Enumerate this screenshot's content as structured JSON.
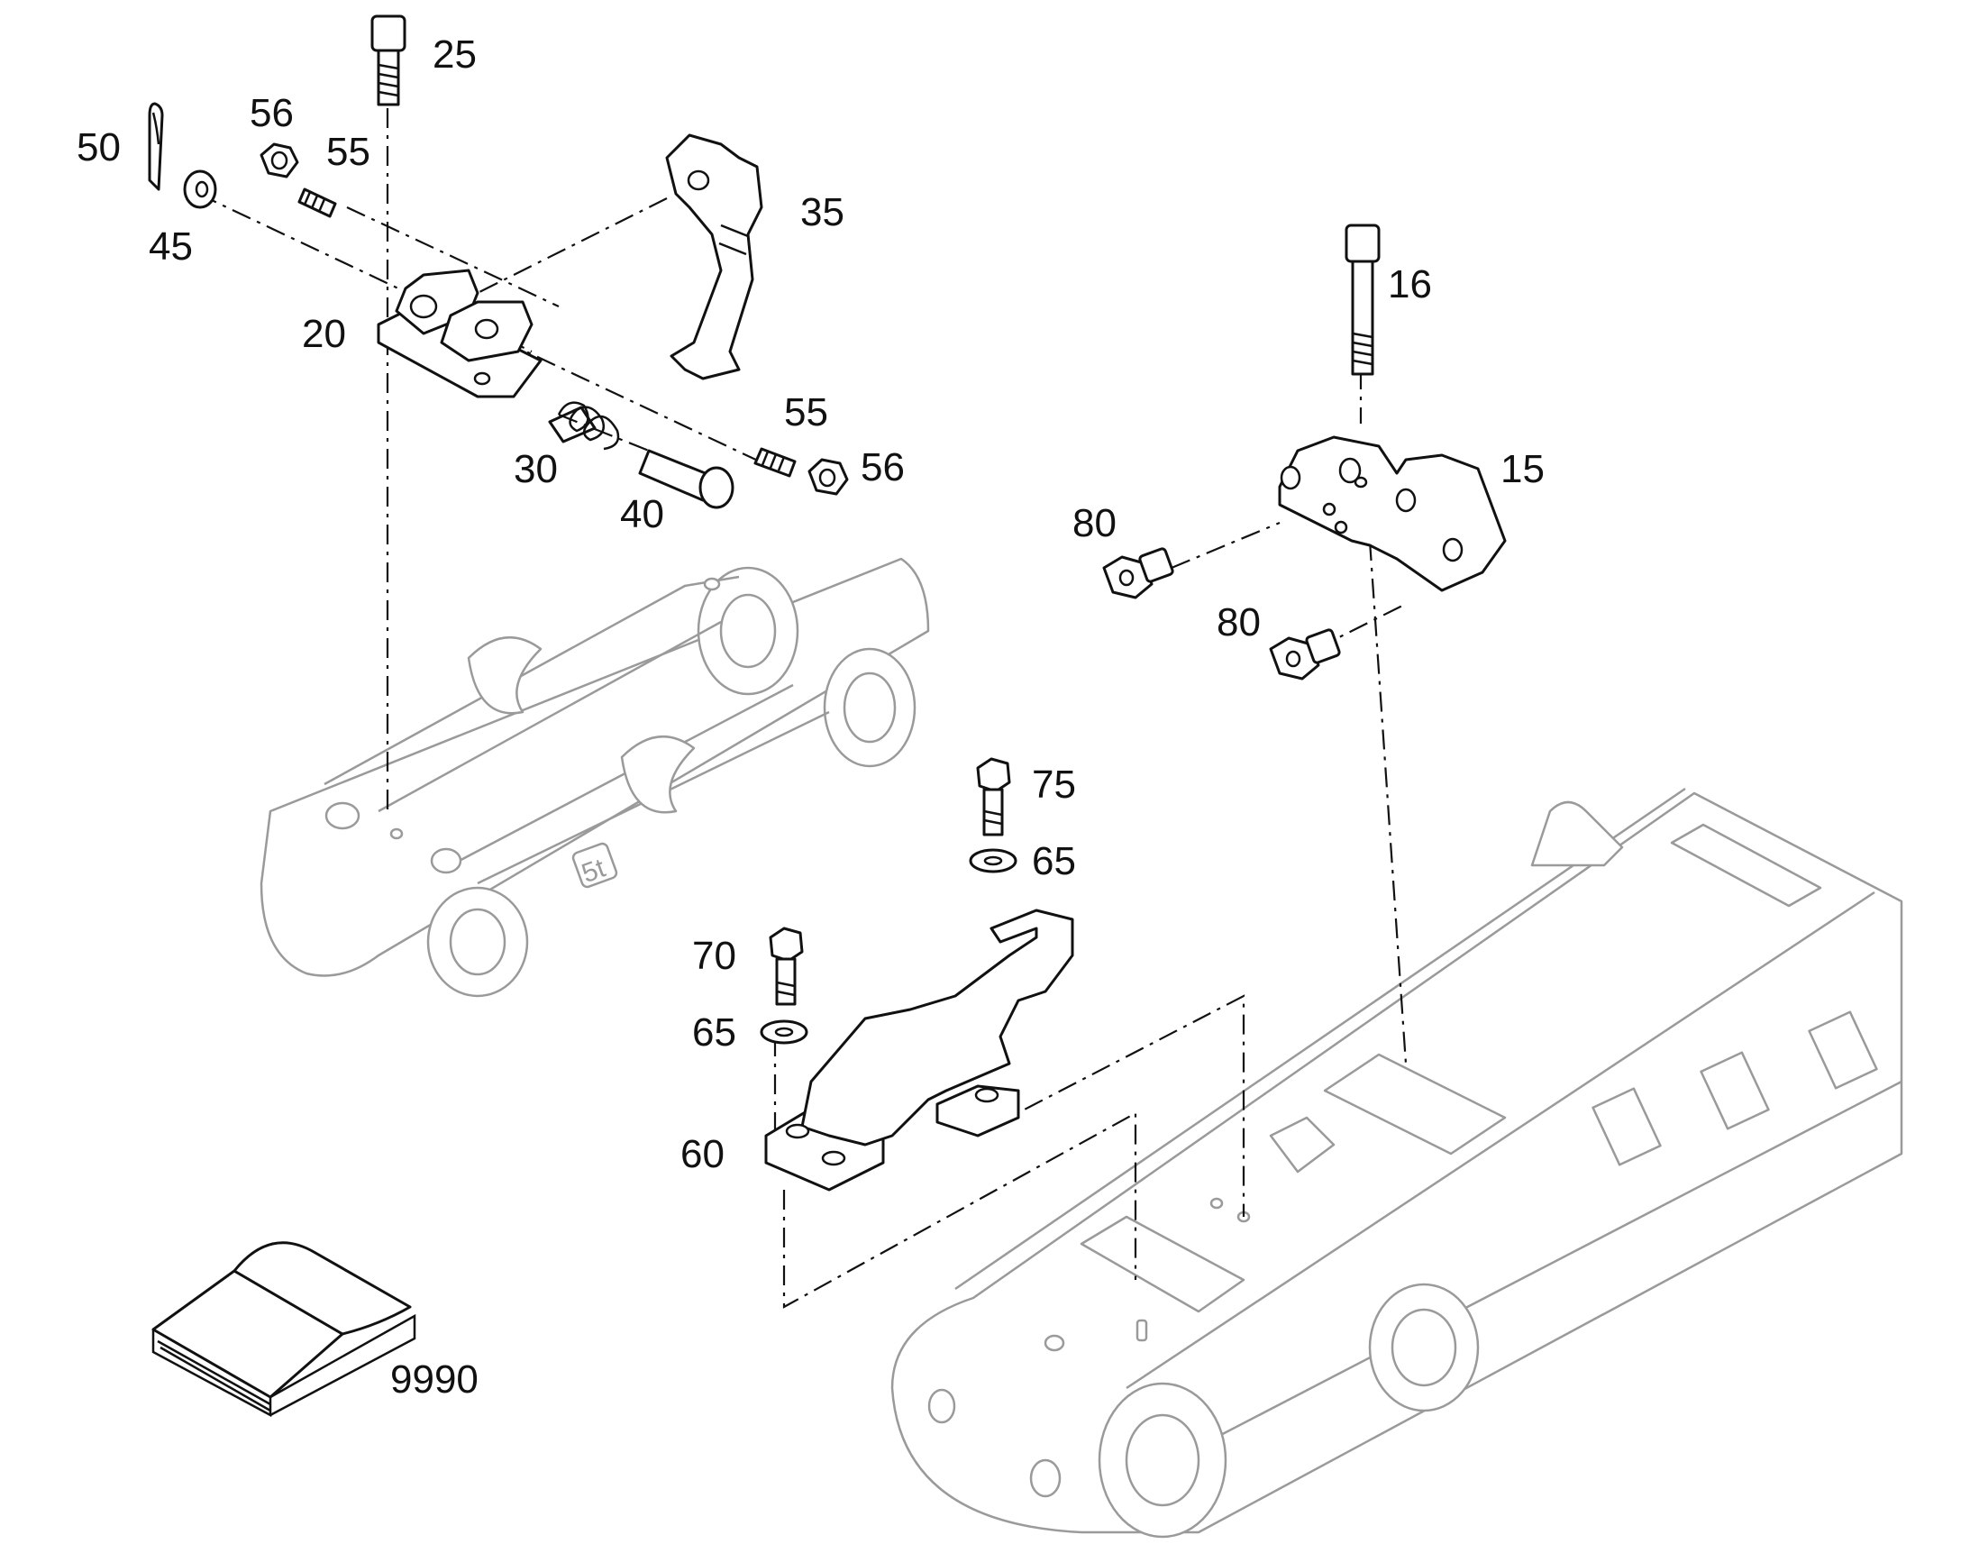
{
  "callouts": {
    "c25": "25",
    "c50": "50",
    "c56a": "56",
    "c55a": "55",
    "c45": "45",
    "c35": "35",
    "c20": "20",
    "c55b": "55",
    "c30": "30",
    "c56b": "56",
    "c40": "40",
    "c16": "16",
    "c15": "15",
    "c80a": "80",
    "c80b": "80",
    "c75": "75",
    "c65a": "65",
    "c70": "70",
    "c65b": "65",
    "c60": "60",
    "c9990": "9990"
  },
  "adapter_marking": "5t"
}
